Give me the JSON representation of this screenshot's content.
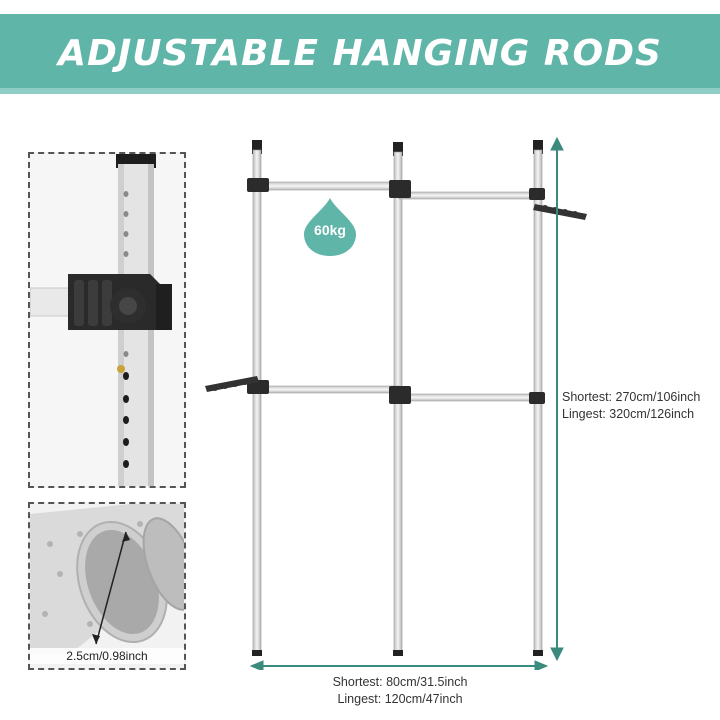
{
  "banner": {
    "title": "ADJUSTABLE HANGING RODS"
  },
  "badge": {
    "load": "60kg"
  },
  "height_dimension": {
    "shortest": "Shortest: 270cm/106inch",
    "longest": "Lingest: 320cm/126inch"
  },
  "width_dimension": {
    "shortest": "Shortest: 80cm/31.5inch",
    "longest": "Lingest: 120cm/47inch"
  },
  "tube_detail": {
    "diameter": "2.5cm/0.98inch"
  },
  "colors": {
    "banner": "#5fb5a8",
    "banner_stripe": "#8dcdc3",
    "accent_arrow": "#3a8a7d",
    "pole": "#e8e8e8",
    "bracket": "#2b2b2b"
  }
}
